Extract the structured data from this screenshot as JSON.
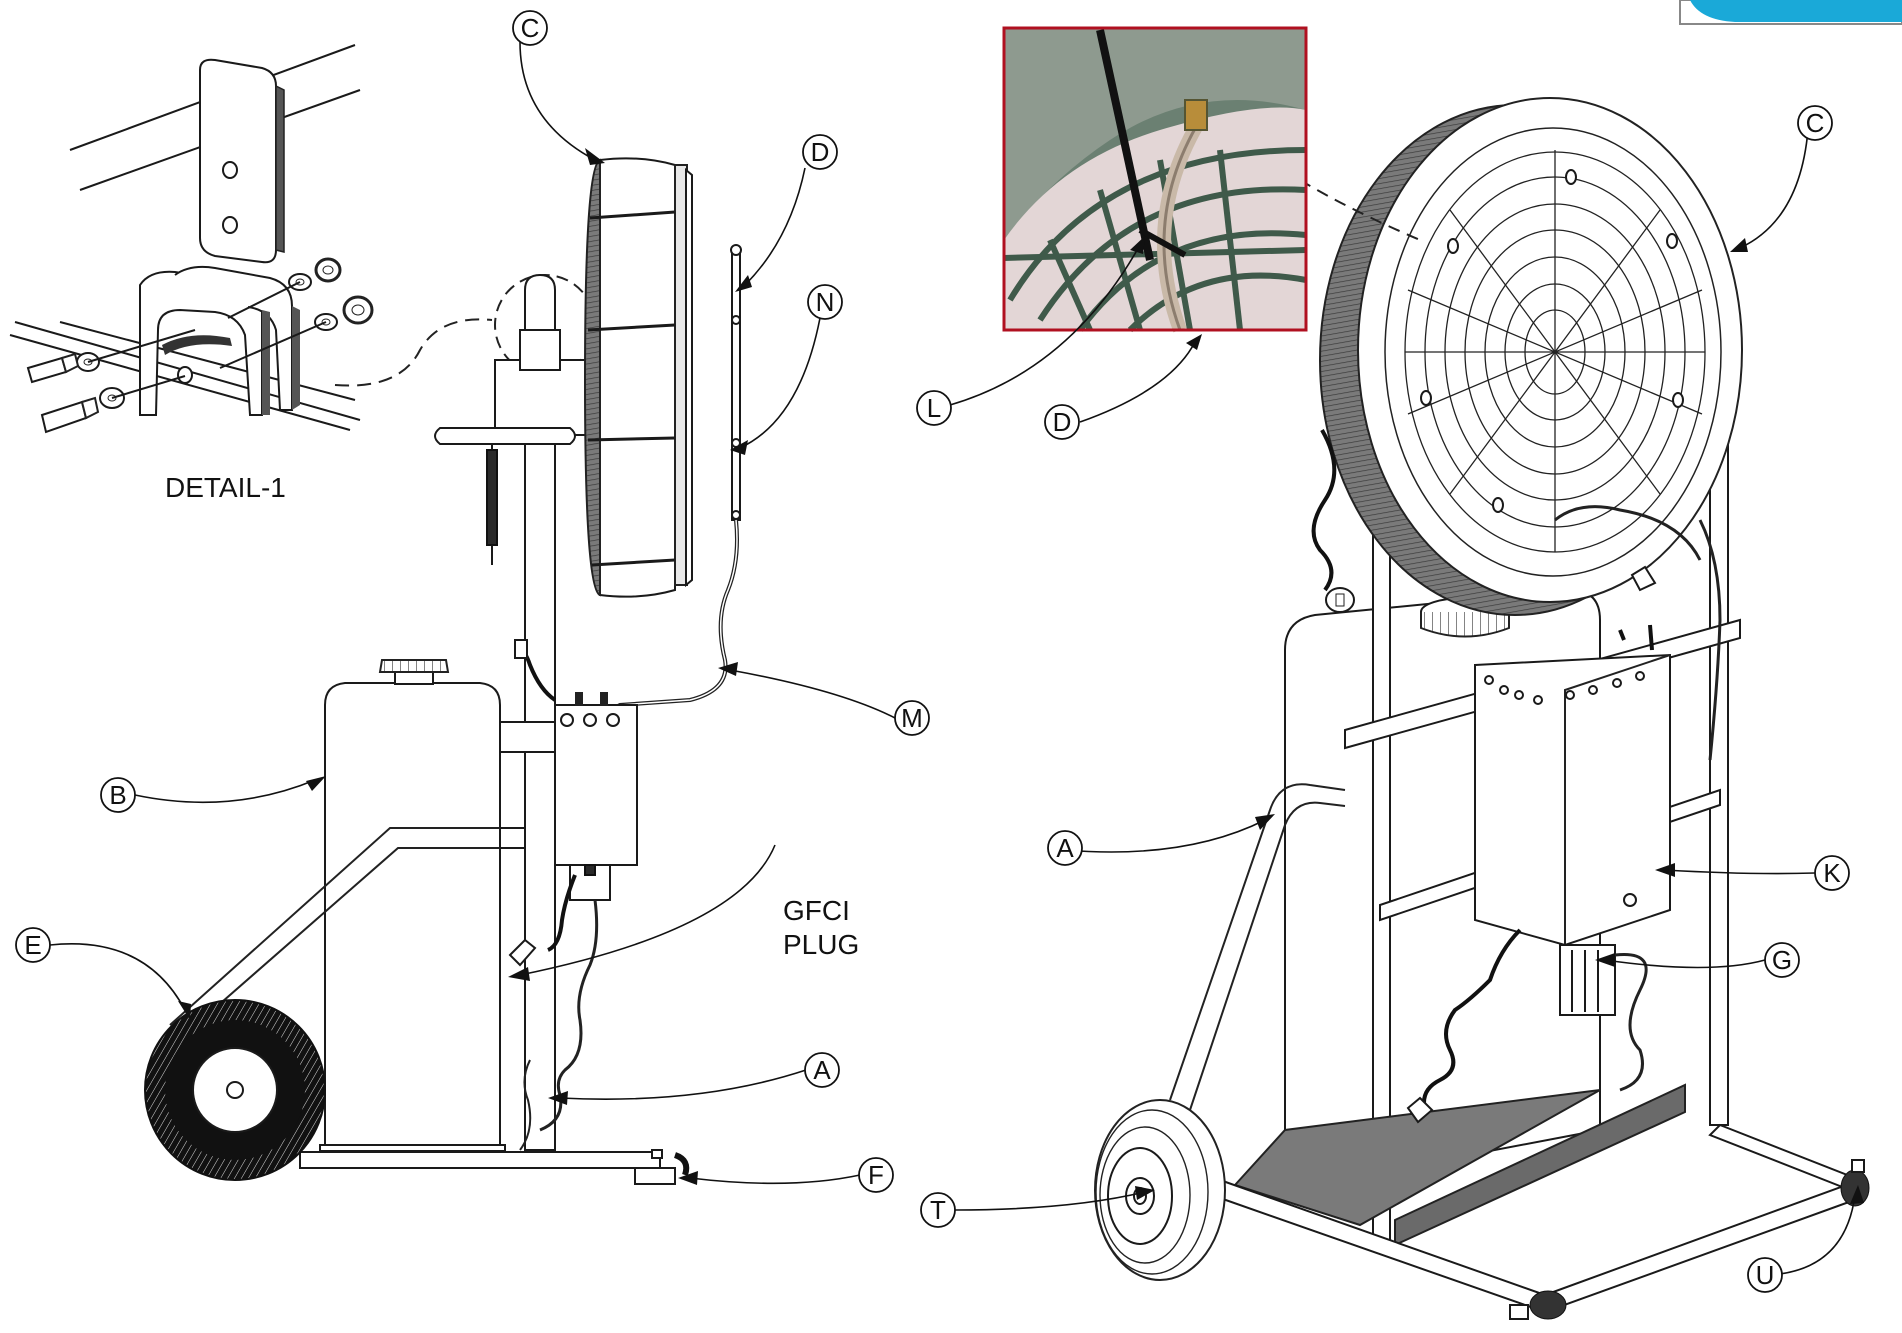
{
  "detail_caption": "DETAIL-1",
  "gfci_label": [
    "GFCI",
    "PLUG"
  ],
  "callouts": {
    "left_C": "C",
    "left_D": "D",
    "left_N": "N",
    "left_M": "M",
    "left_B": "B",
    "left_E": "E",
    "left_A": "A",
    "left_F": "F",
    "right_C": "C",
    "right_L": "L",
    "right_D": "D",
    "right_A": "A",
    "right_K": "K",
    "right_G": "G",
    "right_T": "T",
    "right_U": "U"
  },
  "colors": {
    "line": "#1a1a1a",
    "inset_border": "#b01020",
    "logo_accent": "#1aa9d8"
  }
}
